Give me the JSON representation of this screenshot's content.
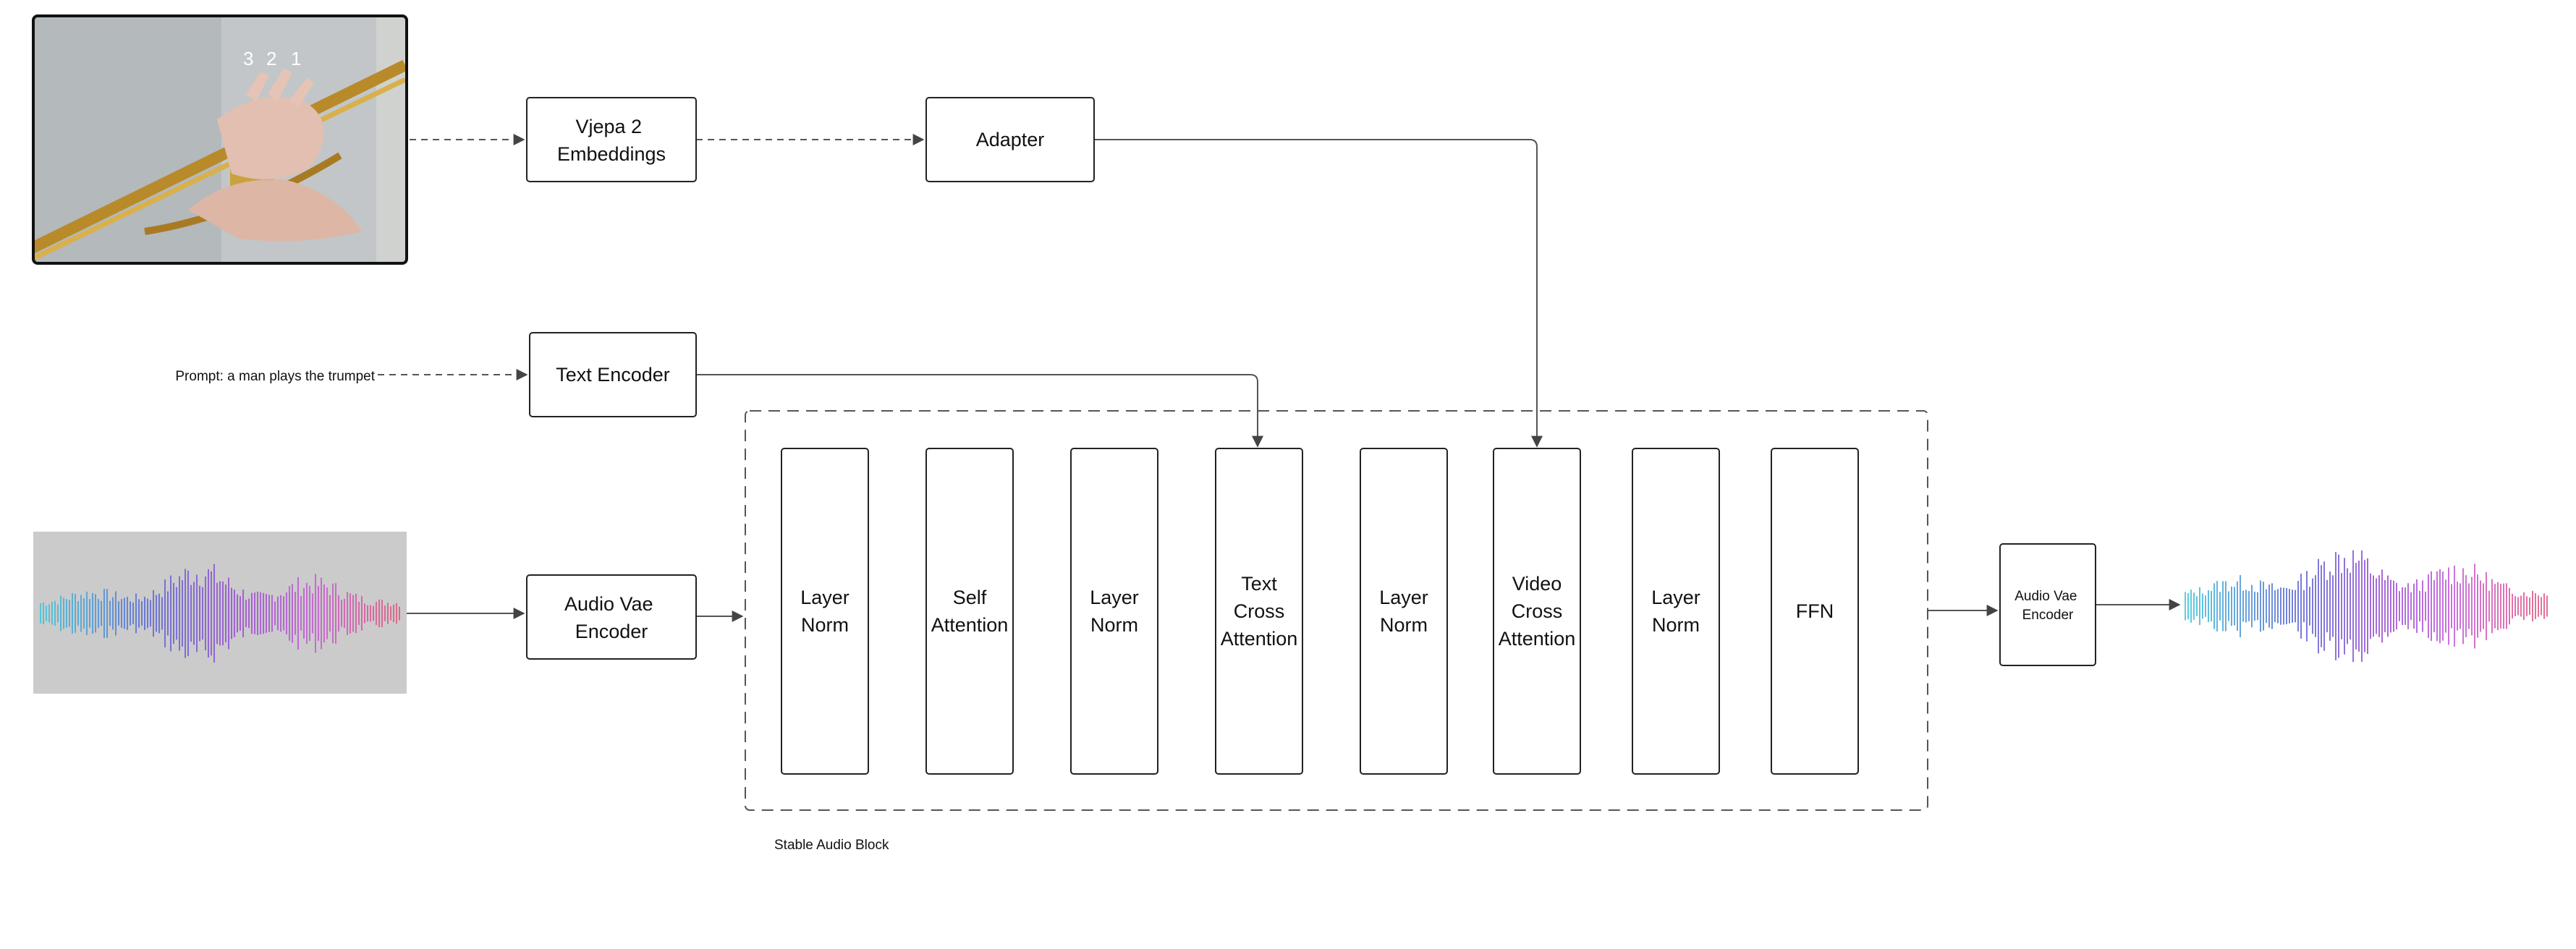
{
  "video_frame": {
    "overlay_digits": [
      "3",
      "2",
      "1"
    ],
    "colors": {
      "wall": "#bfc3c6",
      "brass": "#c79a32",
      "skin": "#e2bfb0"
    }
  },
  "prompt_label": "Prompt: a man plays the trumpet",
  "boxes": {
    "vjepa": {
      "lines": [
        "Vjepa 2",
        "Embeddings"
      ]
    },
    "adapter": {
      "lines": [
        "Adapter"
      ]
    },
    "text_encoder": {
      "lines": [
        "Text Encoder"
      ]
    },
    "audio_vae_encoder_in": {
      "lines": [
        "Audio Vae",
        "Encoder"
      ]
    },
    "audio_vae_encoder_out": {
      "lines": [
        "Audio Vae",
        "Encoder"
      ]
    }
  },
  "stable_audio_block": {
    "label": "Stable Audio Block",
    "layers": [
      {
        "lines": [
          "Layer",
          "Norm"
        ]
      },
      {
        "lines": [
          "Self",
          "Attention"
        ]
      },
      {
        "lines": [
          "Layer",
          "Norm"
        ]
      },
      {
        "lines": [
          "Text",
          "Cross",
          "Attention"
        ]
      },
      {
        "lines": [
          "Layer",
          "Norm"
        ]
      },
      {
        "lines": [
          "Video",
          "Cross",
          "Attention"
        ]
      },
      {
        "lines": [
          "Layer",
          "Norm"
        ]
      },
      {
        "lines": [
          "FFN"
        ]
      }
    ]
  },
  "waveform_colors": [
    "#3fc7d8",
    "#5a68d6",
    "#9a4fd3",
    "#c45bd8",
    "#e2587e"
  ]
}
